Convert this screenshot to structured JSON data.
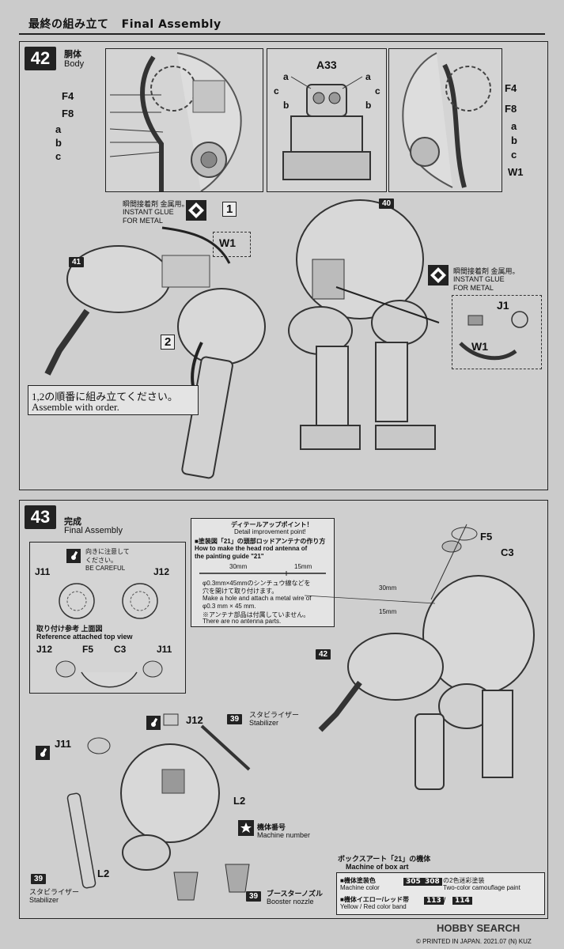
{
  "header": {
    "title_jp": "最終の組み立て",
    "title_en": "Final Assembly"
  },
  "step42": {
    "number": "42",
    "name_jp": "胴体",
    "name_en": "Body",
    "left_inset_labels": [
      "F4",
      "F8",
      "a",
      "b",
      "c"
    ],
    "center_inset": {
      "part": "A33",
      "left": [
        "a",
        "c",
        "b"
      ],
      "right": [
        "a",
        "c",
        "b"
      ]
    },
    "right_inset_labels": [
      "F4",
      "F8",
      "a",
      "b",
      "c",
      "W1"
    ],
    "glue1": {
      "jp": "瞬間接着剤 金属用。",
      "en1": "INSTANT GLUE",
      "en2": "FOR METAL"
    },
    "glue2": {
      "jp": "瞬間接着剤 金属用。",
      "en1": "INSTANT GLUE",
      "en2": "FOR METAL"
    },
    "order1": "1",
    "order2": "2",
    "part_w1": "W1",
    "part_41": "41",
    "part_40": "40",
    "j1": "J1",
    "w1b": "W1",
    "note_jp": "1,2の順番に組み立てください。",
    "note_en": "Assemble with order."
  },
  "step43": {
    "number": "43",
    "name_jp": "完成",
    "name_en": "Final Assembly",
    "careful_jp1": "向きに注意して",
    "careful_jp2": "ください。",
    "careful_en": "BE CAREFUL",
    "j11": "J11",
    "j12": "J12",
    "ref_jp": "取り付け参考 上面図",
    "ref_en": "Reference attached top view",
    "ref_labels": [
      "J12",
      "F5",
      "C3",
      "J11"
    ],
    "detail": {
      "jp1": "ディテールアップポイント！",
      "en1": "Detail improvement point!",
      "jp2": "■塗装図「21」の頭部ロッドアンテナの作り方",
      "en2": "How to make the head rod antenna of",
      "en3": "the painting guide \"21\"",
      "m30": "30mm",
      "m15": "15mm",
      "jp3": "φ0.3mm×45mmのシンチュウ線などを",
      "jp4": "穴を開けて取り付けます。",
      "en4": "Make a hole and attach a metal wire of",
      "en5": "φ0.3 mm × 45 mm.",
      "jp5": "※アンテナ部品は付属していません。",
      "en6": "There are no antenna parts."
    },
    "right_labels": {
      "f5": "F5",
      "c3": "C3",
      "m30": "30mm",
      "m15": "15mm",
      "p42": "42"
    },
    "lower": {
      "j12": "J12",
      "j11": "J11",
      "l2a": "L2",
      "l2b": "L2",
      "p39a": "39",
      "stab_jp": "スタビライザー",
      "stab_en": "Stabilizer",
      "p39b": "39",
      "stab2_jp": "スタビライザー",
      "stab2_en": "Stabilizer",
      "p39c": "39",
      "boost_jp": "ブースターノズル",
      "boost_en": "Booster nozzle",
      "mn_jp": "機体番号",
      "mn_en": "Machine number"
    },
    "boxart": {
      "title_jp": "ボックスアート「21」の機体",
      "title_en": "Machine of box art",
      "row1_jp": "■機体塗装色",
      "row1_en": "Machine color",
      "c305": "305",
      "c308": "308",
      "row1_tail_jp": "の2色迷彩塗装",
      "row1_tail_en": "Two-color camouflage paint",
      "row2_jp": "■機体イエロー/レッド帯",
      "row2_en": "Yellow / Red color band",
      "c113": "113",
      "c114": "114",
      "slash": "/"
    }
  },
  "footer": {
    "brand": "HOBBY SEARCH",
    "printed": "© PRINTED IN JAPAN. 2021.07 (N) KUZ"
  }
}
